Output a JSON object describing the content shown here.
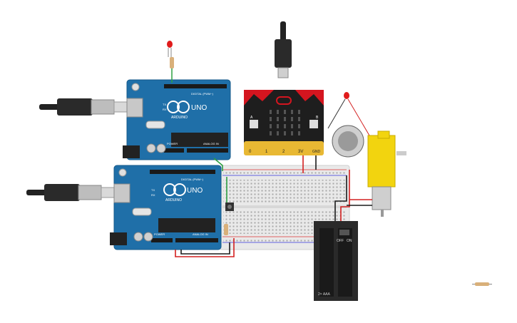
{
  "arduino_top": {
    "brand": "ARDUINO",
    "model": "UNO",
    "digital_label": "DIGITAL (PWM~)",
    "power_label": "POWER",
    "analog_label": "ANALOG IN",
    "tx_label": "TX",
    "rx_label": "RX"
  },
  "arduino_bottom": {
    "brand": "ARDUINO",
    "model": "UNO",
    "digital_label": "DIGITAL (PWM~)",
    "power_label": "POWER",
    "analog_label": "ANALOG IN",
    "tx_label": "TX",
    "rx_label": "RX"
  },
  "microbit": {
    "pins": [
      "0",
      "1",
      "2",
      "3V",
      "GND"
    ],
    "button_a": "A",
    "button_b": "B"
  },
  "battery_pack": {
    "label": "2× AAA",
    "switch_off": "OFF",
    "switch_on": "ON"
  },
  "colors": {
    "board_blue": "#1f6fa8",
    "board_edge": "#165a8a",
    "microbit_black": "#1e1e1e",
    "microbit_red": "#d4151f",
    "pin_gold": "#e8b833",
    "wire_red": "#d32020",
    "wire_black": "#1a1a1a",
    "wire_green": "#2ea043",
    "motor_yellow": "#f2d40f",
    "breadboard": "#e9e9e9",
    "led_red": "#e01b1b"
  }
}
